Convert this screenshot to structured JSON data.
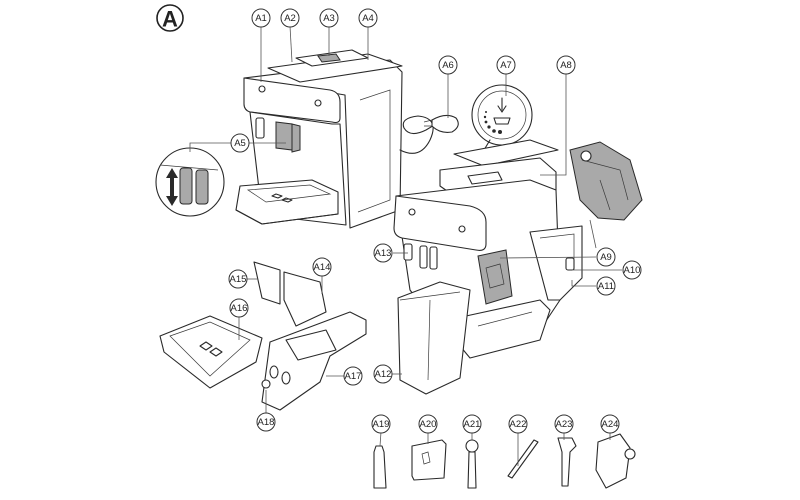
{
  "diagram": {
    "section_label": "A",
    "callouts": [
      {
        "id": "A1",
        "part": "control-panel"
      },
      {
        "id": "A2",
        "part": "machine-top"
      },
      {
        "id": "A3",
        "part": "bean-hopper-lid-handle"
      },
      {
        "id": "A4",
        "part": "bean-hopper-lid"
      },
      {
        "id": "A5",
        "part": "coffee-dispensing-spout"
      },
      {
        "id": "A6",
        "part": "power-plug"
      },
      {
        "id": "A7",
        "part": "grind-setting-knob"
      },
      {
        "id": "A8",
        "part": "bean-hopper"
      },
      {
        "id": "A9",
        "part": "brew-group"
      },
      {
        "id": "A10",
        "part": "service-door-button"
      },
      {
        "id": "A11",
        "part": "service-door"
      },
      {
        "id": "A12",
        "part": "water-tank"
      },
      {
        "id": "A13",
        "part": "hot-water-spout"
      },
      {
        "id": "A14",
        "part": "coffee-grounds-container"
      },
      {
        "id": "A15",
        "part": "coffee-residue-drawer"
      },
      {
        "id": "A16",
        "part": "drip-tray-cover"
      },
      {
        "id": "A17",
        "part": "drip-tray"
      },
      {
        "id": "A18",
        "part": "drip-tray-full-indicator"
      },
      {
        "id": "A19",
        "part": "grease-tube"
      },
      {
        "id": "A20",
        "part": "water-filter"
      },
      {
        "id": "A21",
        "part": "measuring-scoop"
      },
      {
        "id": "A22",
        "part": "water-hardness-test-strip"
      },
      {
        "id": "A23",
        "part": "milk-frother"
      },
      {
        "id": "A24",
        "part": "milk-container"
      }
    ]
  }
}
